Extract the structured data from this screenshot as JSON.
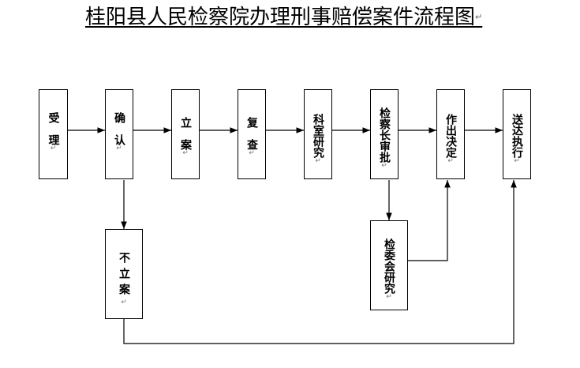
{
  "title": "桂阳县人民检察院办理刑事赔偿案件流程图",
  "paragraph_mark": "↵",
  "boxes": {
    "shouli": "受　理",
    "queren": "确　认",
    "lian": "立　案",
    "fucha": "复　查",
    "keshi": "科室研究",
    "jianchazhang": "检察长审批",
    "zuochu": "作出决定",
    "songda": "送达执行",
    "buli": "不立案",
    "jianwei": "检委会研究"
  }
}
